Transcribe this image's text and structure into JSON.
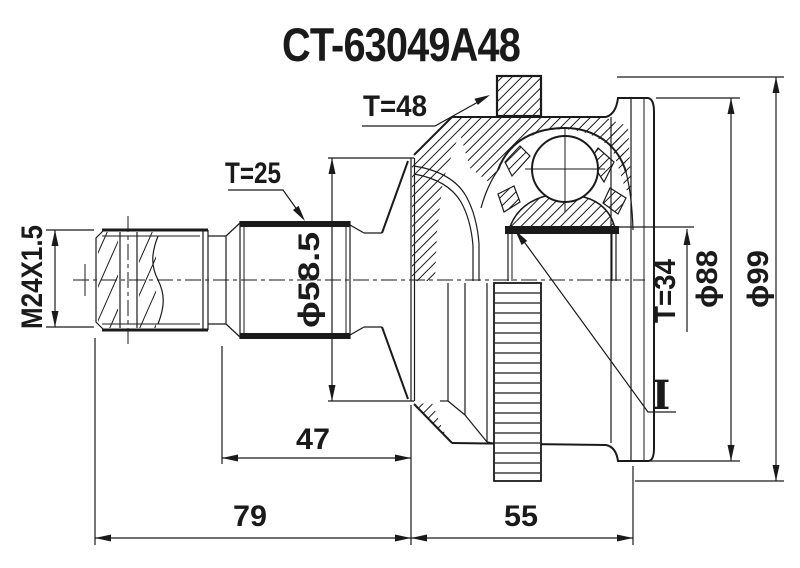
{
  "title": "CT-63049A48",
  "labels": {
    "abs_ring_teeth": "T=48",
    "shaft_spline_teeth": "T=25",
    "inner_race_spline_teeth": "T=34",
    "thread_spec": "M24X1.5",
    "inner_race_mark": "I"
  },
  "dimensions": {
    "boot_groove_diameter": "ϕ58.5",
    "housing_diameter": "ϕ88",
    "abs_ring_diameter": "ϕ99",
    "spline_to_housing_length": "47",
    "shaft_section_length": "79",
    "housing_length": "55"
  },
  "colors": {
    "line": "#1a1a1a",
    "background": "#ffffff"
  }
}
